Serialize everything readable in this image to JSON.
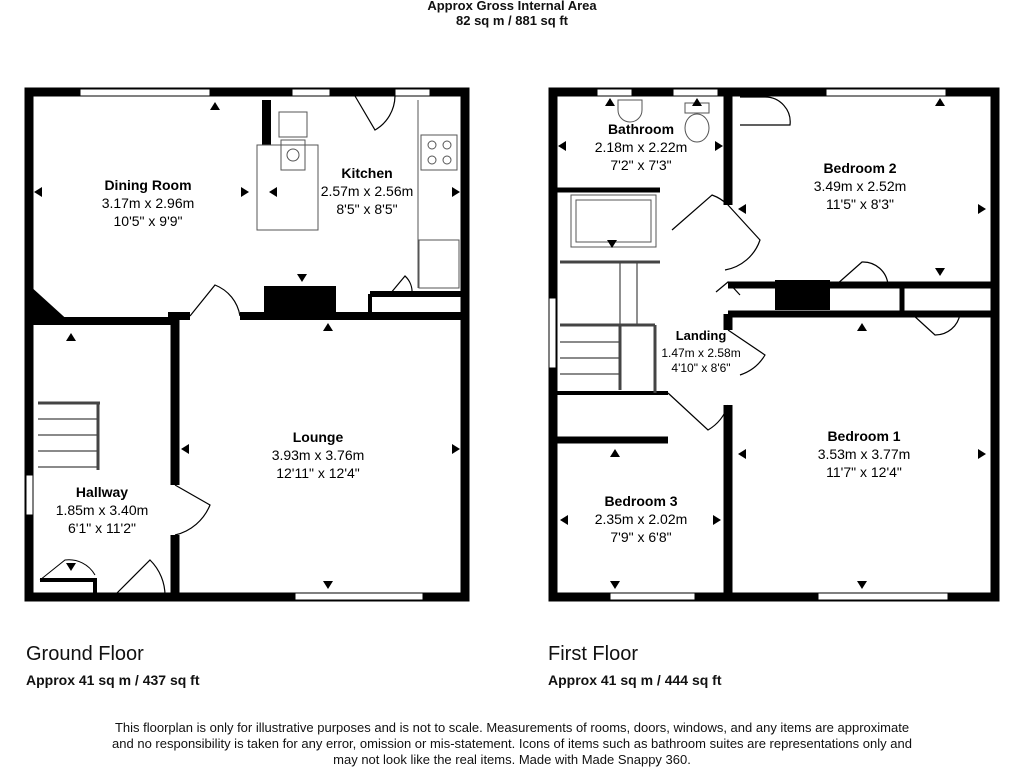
{
  "header": {
    "title": "Approx Gross Internal Area",
    "area": "82 sq m / 881 sq ft"
  },
  "floors": [
    {
      "name": "Ground Floor",
      "area": "Approx 41 sq m / 437 sq ft",
      "rooms": [
        {
          "name": "Dining Room",
          "metric": "3.17m x 2.96m",
          "imperial": "10'5\" x 9'9\""
        },
        {
          "name": "Kitchen",
          "metric": "2.57m x 2.56m",
          "imperial": "8'5\" x 8'5\""
        },
        {
          "name": "Lounge",
          "metric": "3.93m x 3.76m",
          "imperial": "12'11\" x 12'4\""
        },
        {
          "name": "Hallway",
          "metric": "1.85m x 3.40m",
          "imperial": "6'1\" x 11'2\""
        }
      ]
    },
    {
      "name": "First Floor",
      "area": "Approx 41 sq m / 444 sq ft",
      "rooms": [
        {
          "name": "Bathroom",
          "metric": "2.18m x 2.22m",
          "imperial": "7'2\" x 7'3\""
        },
        {
          "name": "Bedroom 2",
          "metric": "3.49m x 2.52m",
          "imperial": "11'5\" x 8'3\""
        },
        {
          "name": "Landing",
          "metric": "1.47m x 2.58m",
          "imperial": "4'10\" x 8'6\""
        },
        {
          "name": "Bedroom 1",
          "metric": "3.53m x 3.77m",
          "imperial": "11'7\" x 12'4\""
        },
        {
          "name": "Bedroom 3",
          "metric": "2.35m x 2.02m",
          "imperial": "7'9\" x 6'8\""
        }
      ]
    }
  ],
  "disclaimer": [
    "This floorplan is only for illustrative purposes and is not to scale. Measurements of rooms, doors, windows, and any items are approximate",
    "and no responsibility is taken for any error, omission or mis-statement. Icons of items such as bathroom suites are representations only and",
    "may not look like the real items. Made with Made Snappy 360."
  ],
  "colors": {
    "wall": "#000000",
    "line": "#555555",
    "background": "#ffffff"
  }
}
